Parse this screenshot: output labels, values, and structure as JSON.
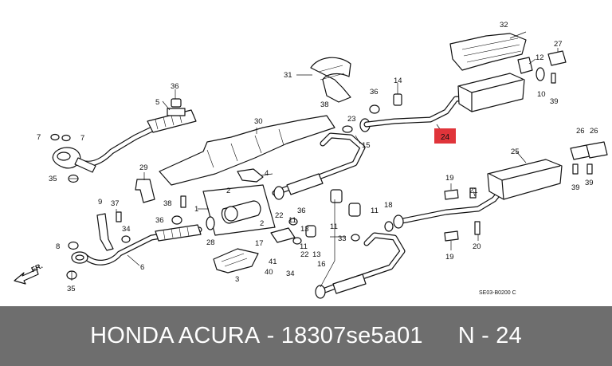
{
  "diagram": {
    "code": "SE03-B0200 C",
    "direction": "FR.",
    "highlight": {
      "label": "24",
      "color": "#e0343a"
    },
    "labels": {
      "l36a": "36",
      "l5": "5",
      "l7a": "7",
      "l7b": "7",
      "l35a": "35",
      "l29": "29",
      "l9": "9",
      "l37": "37",
      "l34a": "34",
      "l8": "8",
      "l6": "6",
      "l35b": "35",
      "l38a": "38",
      "l36b": "36",
      "l28": "28",
      "l1": "1",
      "l2a": "2",
      "l2b": "2",
      "l3": "3",
      "l40": "40",
      "l41": "41",
      "l34b": "34",
      "l31": "31",
      "l38b": "38",
      "l30": "30",
      "l4": "4",
      "l22a": "22",
      "l36c": "36",
      "l11a": "11",
      "l11b": "11",
      "l13a": "13",
      "l17": "17",
      "l22b": "22",
      "l13b": "13",
      "l23": "23",
      "l36d": "36",
      "l14": "14",
      "l15": "15",
      "l11c": "11",
      "l11d": "11",
      "l33": "33",
      "l16": "16",
      "l18": "18",
      "l32": "32",
      "l27": "27",
      "l12": "12",
      "l10": "10",
      "l39a": "39",
      "l26a": "26",
      "l26b": "26",
      "l25": "25",
      "l39b": "39",
      "l39c": "39",
      "l19a": "19",
      "l21": "21",
      "l19b": "19",
      "l20": "20"
    }
  },
  "caption": {
    "brand": "HONDA ACURA",
    "separator": " - ",
    "part_number": "18307se5a01",
    "ref": "N - 24"
  }
}
